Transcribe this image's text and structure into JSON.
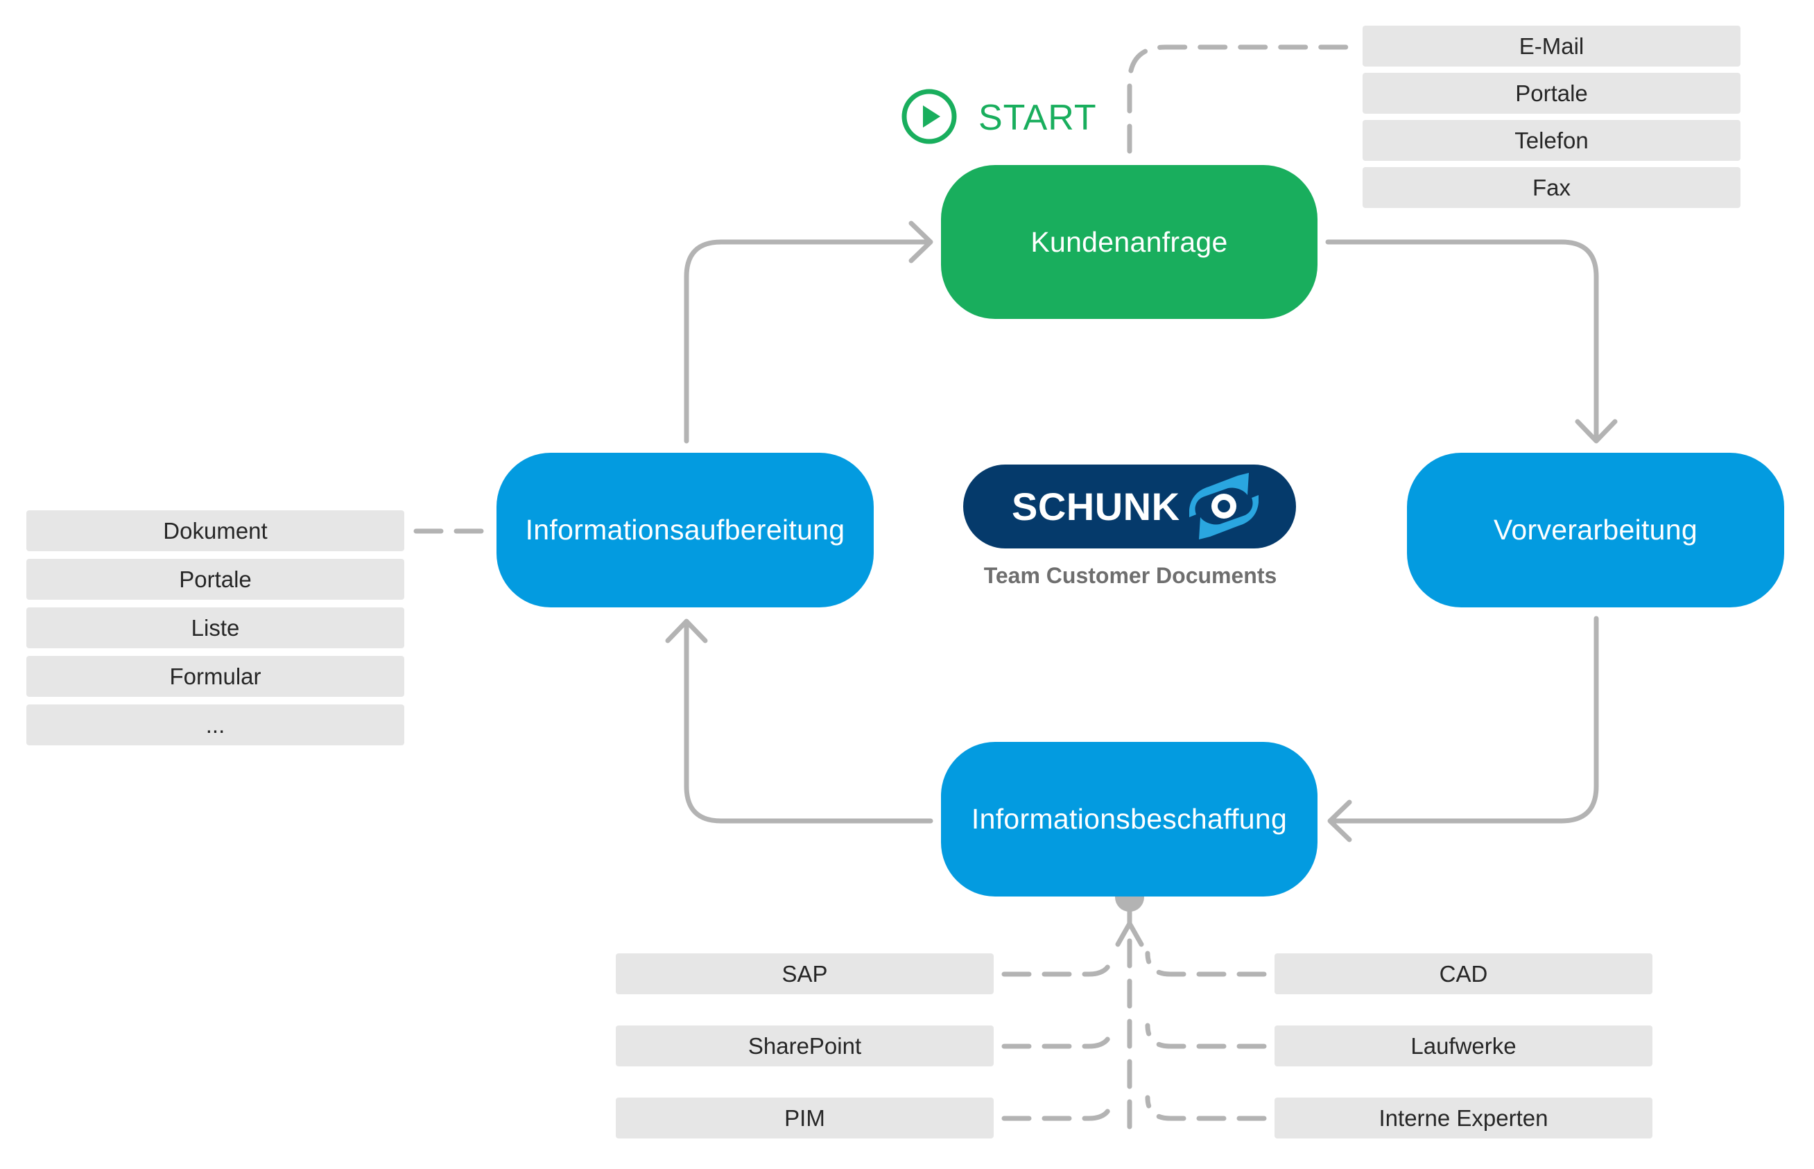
{
  "start": {
    "label": "START"
  },
  "nodes": {
    "kundenanfrage": "Kundenanfrage",
    "vorverarbeitung": "Vorverarbeitung",
    "informationsbeschaffung": "Informationsbeschaffung",
    "informationsaufbereitung": "Informationsaufbereitung"
  },
  "logo": {
    "text": "SCHUNK",
    "caption": "Team Customer Documents"
  },
  "channels": [
    "E-Mail",
    "Portale",
    "Telefon",
    "Fax"
  ],
  "outputs": [
    "Dokument",
    "Portale",
    "Liste",
    "Formular",
    "..."
  ],
  "sources_left": [
    "SAP",
    "SharePoint",
    "PIM"
  ],
  "sources_right": [
    "CAD",
    "Laufwerke",
    "Interne Experten"
  ],
  "colors": {
    "green": "#19ae5d",
    "blue": "#039be0",
    "navy": "#053a6b",
    "tag": "#e6e6e6",
    "line": "#b3b3b3"
  }
}
